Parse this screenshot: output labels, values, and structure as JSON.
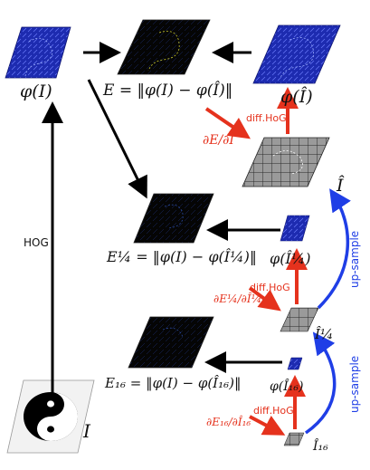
{
  "labels": {
    "phi_I": "φ(I)",
    "E_full": "E = ‖φ(I) − φ(Î)‖",
    "phi_Ihat": "φ(Î)",
    "E_quarter": "E¼ = ‖φ(I) − φ(Î¼)‖",
    "phi_Ihat_quarter": "φ(Î¼)",
    "E_sixteenth": "E₁₆ = ‖φ(I) − φ(Î₁₆)‖",
    "phi_Ihat_sixteenth": "φ(Î₁₆)",
    "I": "I",
    "I_hat": "Î",
    "I_hat_quarter": "Î¼",
    "I_hat_sixteenth": "Î₁₆",
    "dE_dI": "∂E/∂Î",
    "dE_dI_quarter": "∂E¼/∂Î¼",
    "dE_dI_sixteenth": "∂E₁₆/∂Î₁₆",
    "hog": "HOG",
    "diff_hog_1": "diff.HoG",
    "diff_hog_2": "diff.HoG",
    "diff_hog_3": "diff.HoG",
    "upsample_1": "up-sample",
    "upsample_2": "up-sample"
  },
  "colors": {
    "arrow_black": "#000000",
    "arrow_red": "#e5321d",
    "arrow_blue": "#1f3ee6",
    "hog_blue": "#1d2bb0",
    "error_black": "#050505"
  }
}
